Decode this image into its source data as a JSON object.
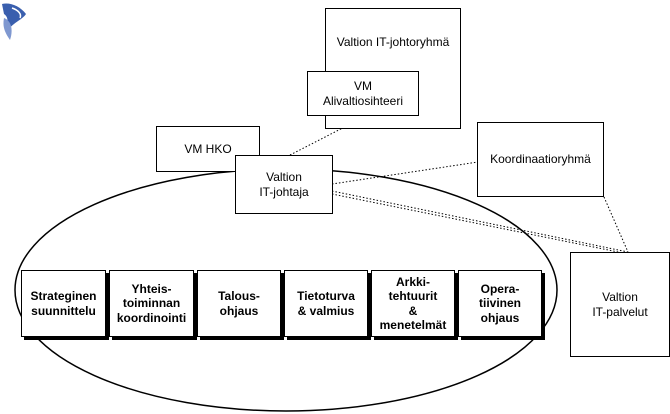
{
  "nodes": {
    "johtoryhma": "Valtion IT-johtoryhmä",
    "alivaltiosihteeri": "VM\nAlivaltiosihteeri",
    "vm_hko": "VM HKO",
    "it_johtaja": "Valtion\nIT-johtaja",
    "koordinaatioryhma": "Koordinaatioryhmä",
    "it_palvelut": "Valtion\nIT-palvelut"
  },
  "functions": [
    "Strateginen\nsuunnittelu",
    "Yhteis-\ntoiminnan\nkoordinointi",
    "Talous-\nohjaus",
    "Tietoturva\n& valmius",
    "Arkki-\ntehtuurit\n&\nmenetelmät",
    "Opera-\ntiivinen\nohjaus"
  ],
  "colors": {
    "logo": "#3a5fae"
  }
}
